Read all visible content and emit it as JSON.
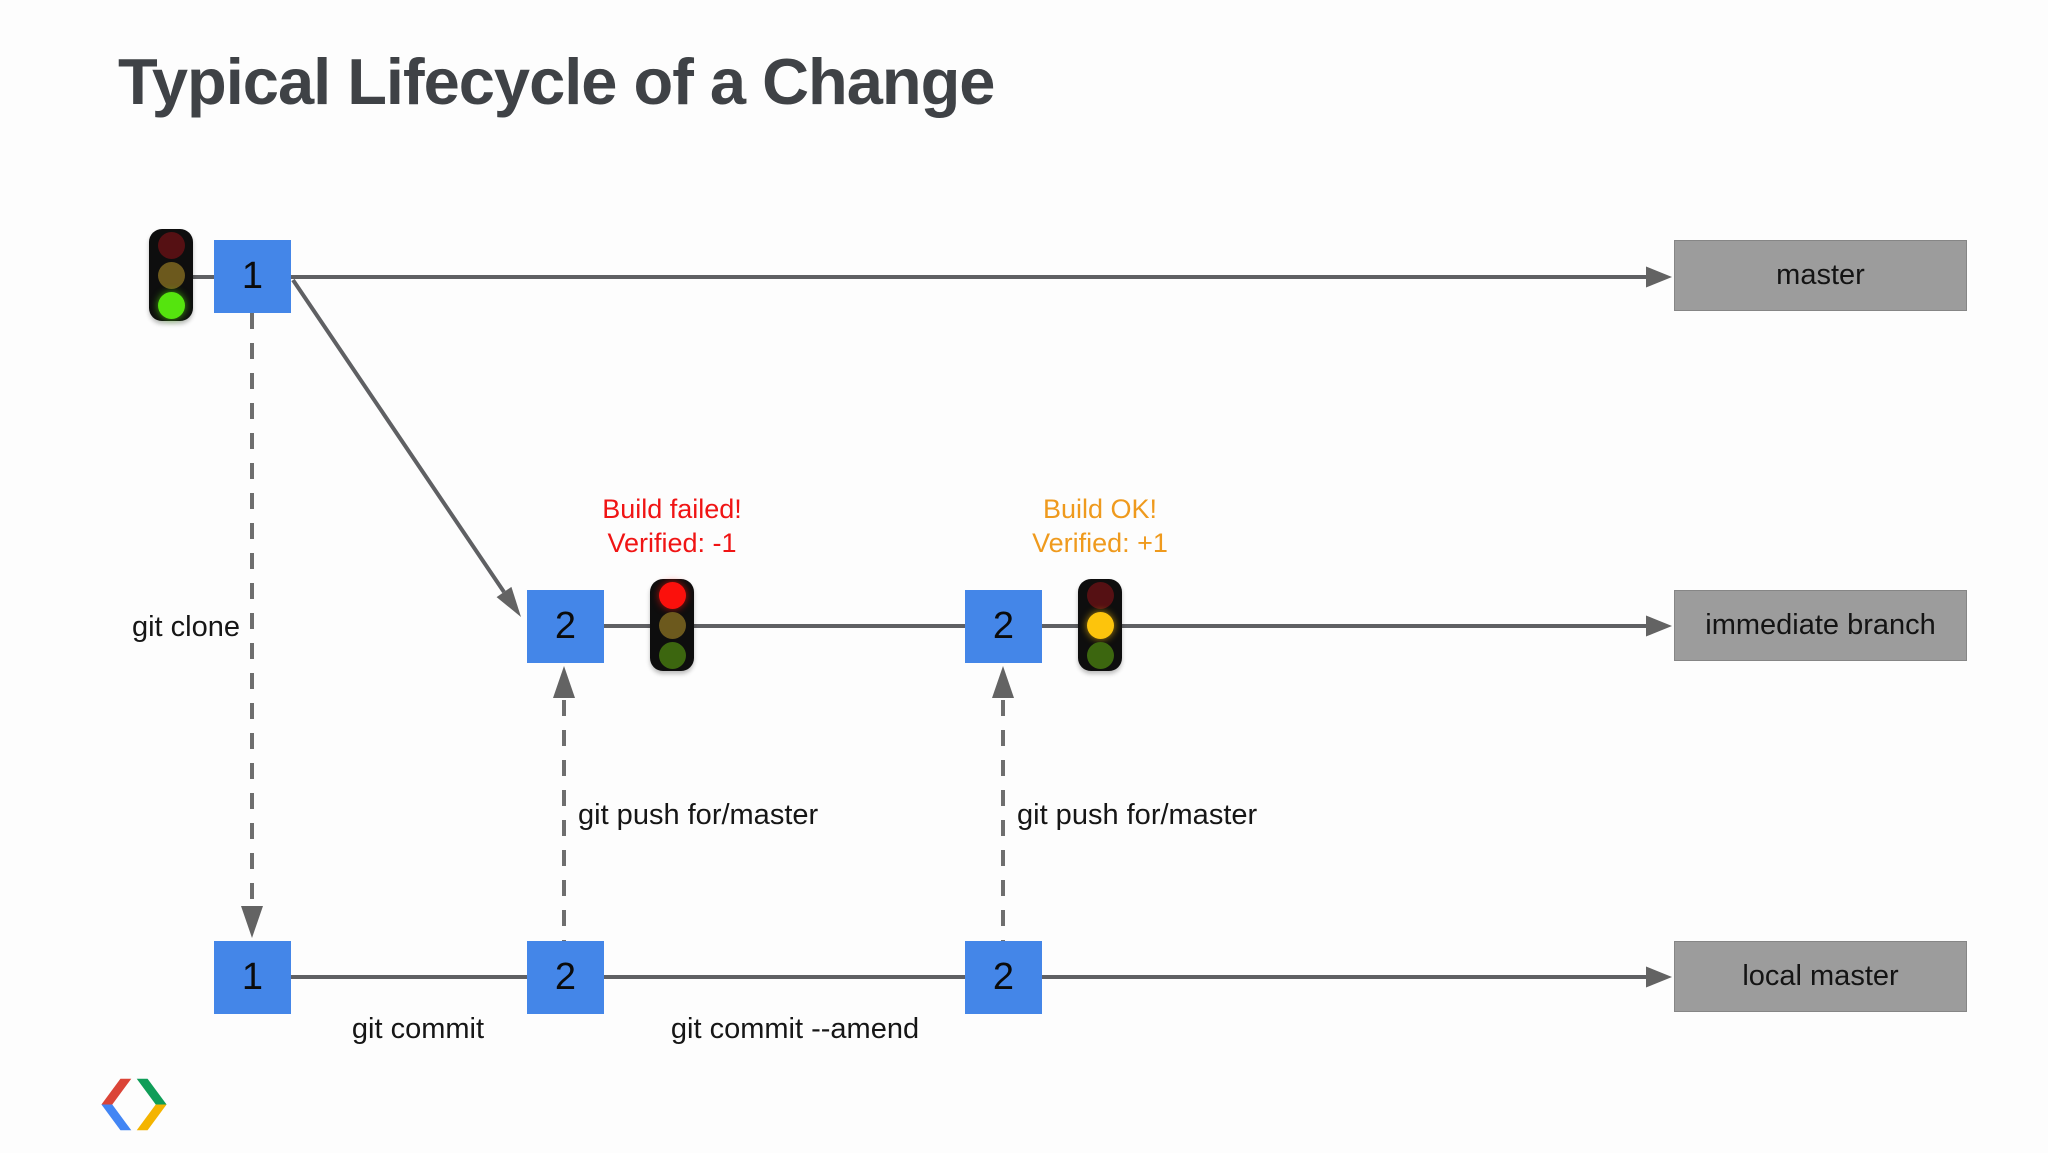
{
  "title": "Typical Lifecycle of a Change",
  "branch_labels": {
    "master": "master",
    "immediate": "immediate branch",
    "local": "local master"
  },
  "commit_labels": {
    "c1": "1",
    "c2": "2"
  },
  "action_labels": {
    "clone": "git clone",
    "push_failed": "git push for/master",
    "push_ok": "git push for/master",
    "commit": "git commit",
    "amend": "git commit --amend"
  },
  "status_labels": {
    "build_failed": "Build failed!",
    "verified_minus": "Verified: -1",
    "build_ok": "Build OK!",
    "verified_plus": "Verified: +1"
  },
  "traffic_lights": [
    {
      "name": "master-build-light",
      "state": "green"
    },
    {
      "name": "failed-build-light",
      "state": "red"
    },
    {
      "name": "ok-build-light",
      "state": "yellow"
    }
  ],
  "colors": {
    "commit_box_blue": "#4486e8",
    "branch_box_gray": "#9c9c9c",
    "connector_gray": "#5f6063",
    "fail_text_red": "#f01414",
    "ok_text_orange": "#ef9a1d",
    "title_gray": "#3f4246",
    "light_red_on": "#fb100c",
    "light_yellow_on": "#fdc40c",
    "light_green_on": "#55e40e",
    "logo_red": "#DB4437",
    "logo_blue": "#4285F4",
    "logo_green": "#0F9D58",
    "logo_yellow": "#F4B400"
  }
}
